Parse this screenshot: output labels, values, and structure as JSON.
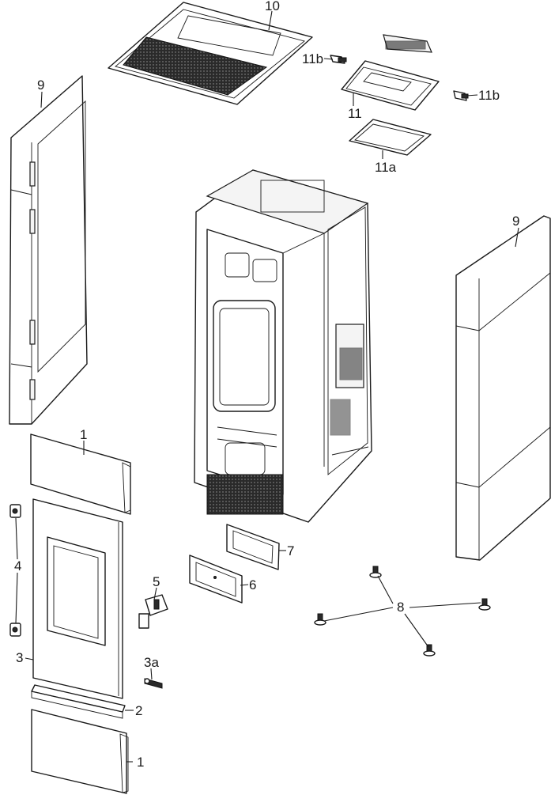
{
  "diagram": {
    "callouts": {
      "c10": "10",
      "c9_left": "9",
      "c9_right": "9",
      "c11b_a": "11b",
      "c11b_b": "11b",
      "c11": "11",
      "c11a": "11a",
      "c1_top": "1",
      "c1_bottom": "1",
      "c4": "4",
      "c3": "3",
      "c5": "5",
      "c3a": "3a",
      "c2": "2",
      "c7": "7",
      "c6": "6",
      "c8": "8"
    },
    "colors": {
      "line": "#1a1a1a",
      "fill": "#ffffff",
      "grille": "#2a2a2a"
    }
  }
}
